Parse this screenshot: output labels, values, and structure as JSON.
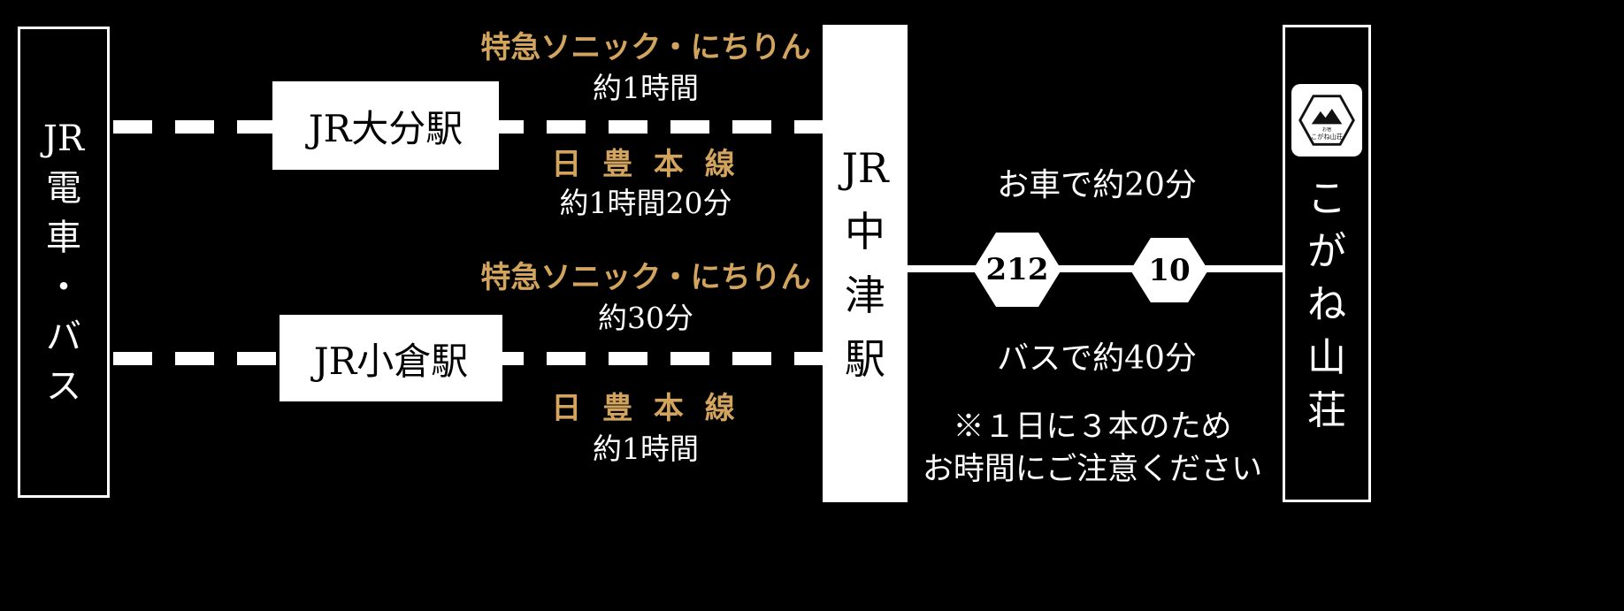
{
  "colors": {
    "background": "#000000",
    "gold": "#d2a45e",
    "white": "#ffffff"
  },
  "left_panel": {
    "label_segments": [
      "JR",
      "電",
      "車",
      "・",
      "バ",
      "ス"
    ]
  },
  "routes": {
    "oita": {
      "station": "JR大分駅",
      "express_name": "特急ソニック・にちりん",
      "express_time": "約1時間",
      "line_name": "日 豊 本 線",
      "line_time": "約1時間20分"
    },
    "kokura": {
      "station": "JR小倉駅",
      "express_name": "特急ソニック・にちりん",
      "express_time": "約30分",
      "line_name": "日 豊 本 線",
      "line_time": "約1時間"
    }
  },
  "nakatsu_station": {
    "label_segments": [
      "JR",
      "中",
      "津",
      "駅"
    ]
  },
  "road": {
    "car_time": "お車で約20分",
    "bus_time": "バスで約40分",
    "route_badges": [
      "212",
      "10"
    ],
    "note_line1": "※１日に３本のため",
    "note_line2": "お時間にご注意ください"
  },
  "destination": {
    "label_segments": [
      "こ",
      "が",
      "ね",
      "山",
      "荘"
    ],
    "logo_label_small": "お宿",
    "logo_label": "こがね山荘"
  }
}
